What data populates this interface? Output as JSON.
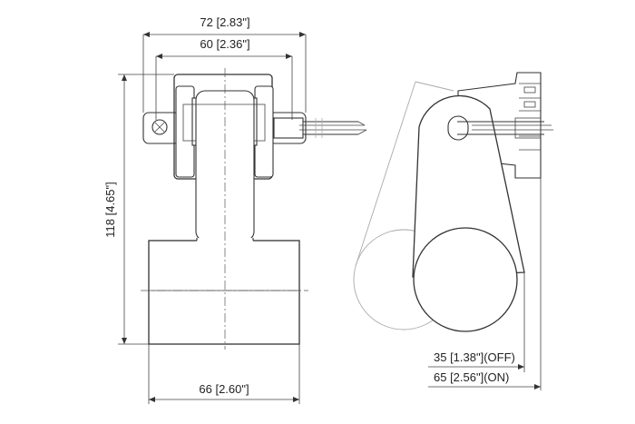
{
  "dimensions": {
    "width_overall": "72 [2.83\"]",
    "width_mount": "60 [2.36\"]",
    "height_overall": "118 [4.65\"]",
    "width_float": "66 [2.60\"]",
    "angle_off": "35 [1.38\"](OFF)",
    "angle_on": "65 [2.56\"](ON)"
  }
}
